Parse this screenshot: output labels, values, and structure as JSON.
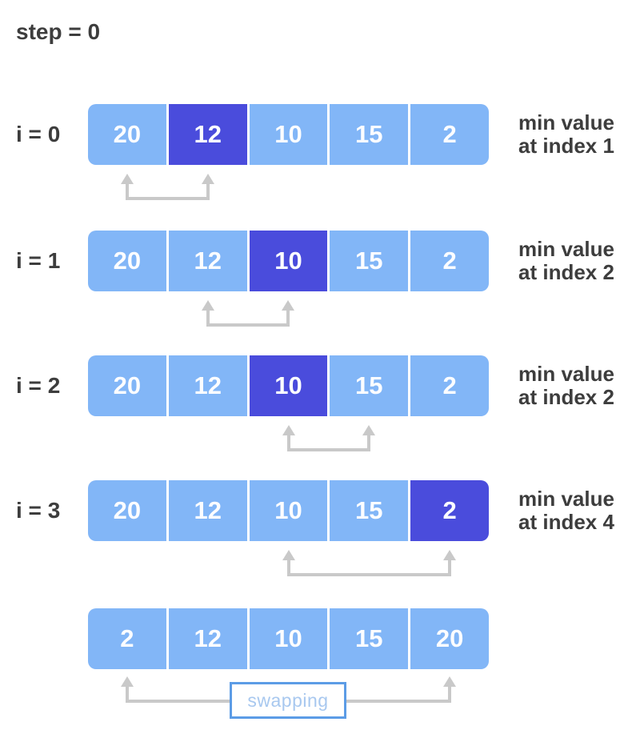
{
  "step_header": {
    "text": "step = 0"
  },
  "colors": {
    "cell_blue": "#82b6f7",
    "cell_highlight": "#4a4cdc",
    "label_text": "#3d3d3d",
    "arrow_gray": "#c9c9c9",
    "swap_border": "#5c9ce6",
    "swap_text": "#a8c8ef"
  },
  "rows": [
    {
      "label": "i = 0",
      "cells": [
        "20",
        "12",
        "10",
        "15",
        "2"
      ],
      "highlight_index": 1,
      "caption": [
        "min value",
        "at index 1"
      ],
      "arrow": {
        "from": 0,
        "to": 1
      }
    },
    {
      "label": "i = 1",
      "cells": [
        "20",
        "12",
        "10",
        "15",
        "2"
      ],
      "highlight_index": 2,
      "caption": [
        "min value",
        "at index 2"
      ],
      "arrow": {
        "from": 1,
        "to": 2
      }
    },
    {
      "label": "i = 2",
      "cells": [
        "20",
        "12",
        "10",
        "15",
        "2"
      ],
      "highlight_index": 2,
      "caption": [
        "min value",
        "at index 2"
      ],
      "arrow": {
        "from": 2,
        "to": 3
      }
    },
    {
      "label": "i = 3",
      "cells": [
        "20",
        "12",
        "10",
        "15",
        "2"
      ],
      "highlight_index": 4,
      "caption": [
        "min value",
        "at index 4"
      ],
      "arrow": {
        "from": 2,
        "to": 4
      }
    }
  ],
  "final_row": {
    "cells": [
      "2",
      "12",
      "10",
      "15",
      "20"
    ],
    "arrow": {
      "from": 0,
      "to": 4
    },
    "swap_label": "swapping"
  }
}
